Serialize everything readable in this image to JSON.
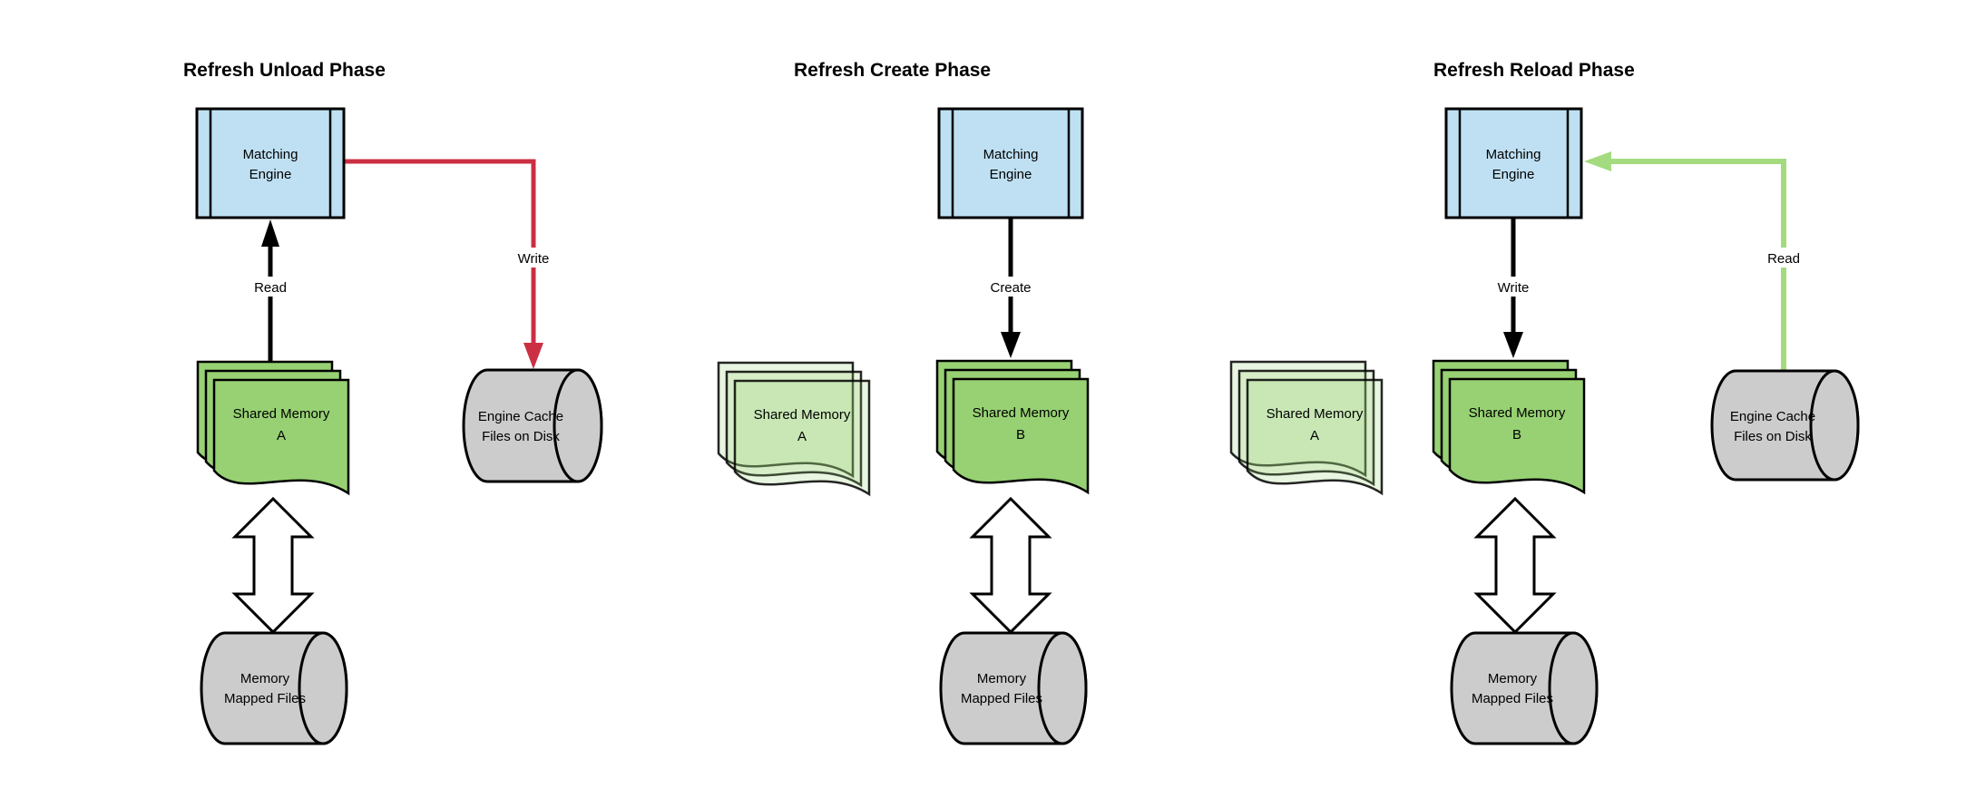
{
  "colors": {
    "engine_fill": "#bfe0f3",
    "doc_fill": "#97d173",
    "doc_faded_fill": "#97d173",
    "cylinder_fill": "#cccccc",
    "arrow_red": "#cc2f43",
    "arrow_green": "#a3db7e",
    "line_black": "#000000"
  },
  "phases": [
    {
      "title": "Refresh Unload Phase",
      "engine": [
        "Matching",
        "Engine"
      ],
      "arrows": {
        "read": "Read",
        "write": "Write"
      },
      "shared_memory_a": [
        "Shared Memory",
        "A"
      ],
      "engine_cache": [
        "Engine Cache",
        "Files on Disk"
      ],
      "memory_mapped": [
        "Memory",
        "Mapped Files"
      ]
    },
    {
      "title": "Refresh Create Phase",
      "engine": [
        "Matching",
        "Engine"
      ],
      "arrows": {
        "create": "Create"
      },
      "shared_memory_a": [
        "Shared Memory",
        "A"
      ],
      "shared_memory_b": [
        "Shared Memory",
        "B"
      ],
      "memory_mapped": [
        "Memory",
        "Mapped Files"
      ]
    },
    {
      "title": "Refresh Reload Phase",
      "engine": [
        "Matching",
        "Engine"
      ],
      "arrows": {
        "write": "Write",
        "read": "Read"
      },
      "shared_memory_a": [
        "Shared Memory",
        "A"
      ],
      "shared_memory_b": [
        "Shared Memory",
        "B"
      ],
      "engine_cache": [
        "Engine Cache",
        "Files on Disk"
      ],
      "memory_mapped": [
        "Memory",
        "Mapped Files"
      ]
    }
  ]
}
